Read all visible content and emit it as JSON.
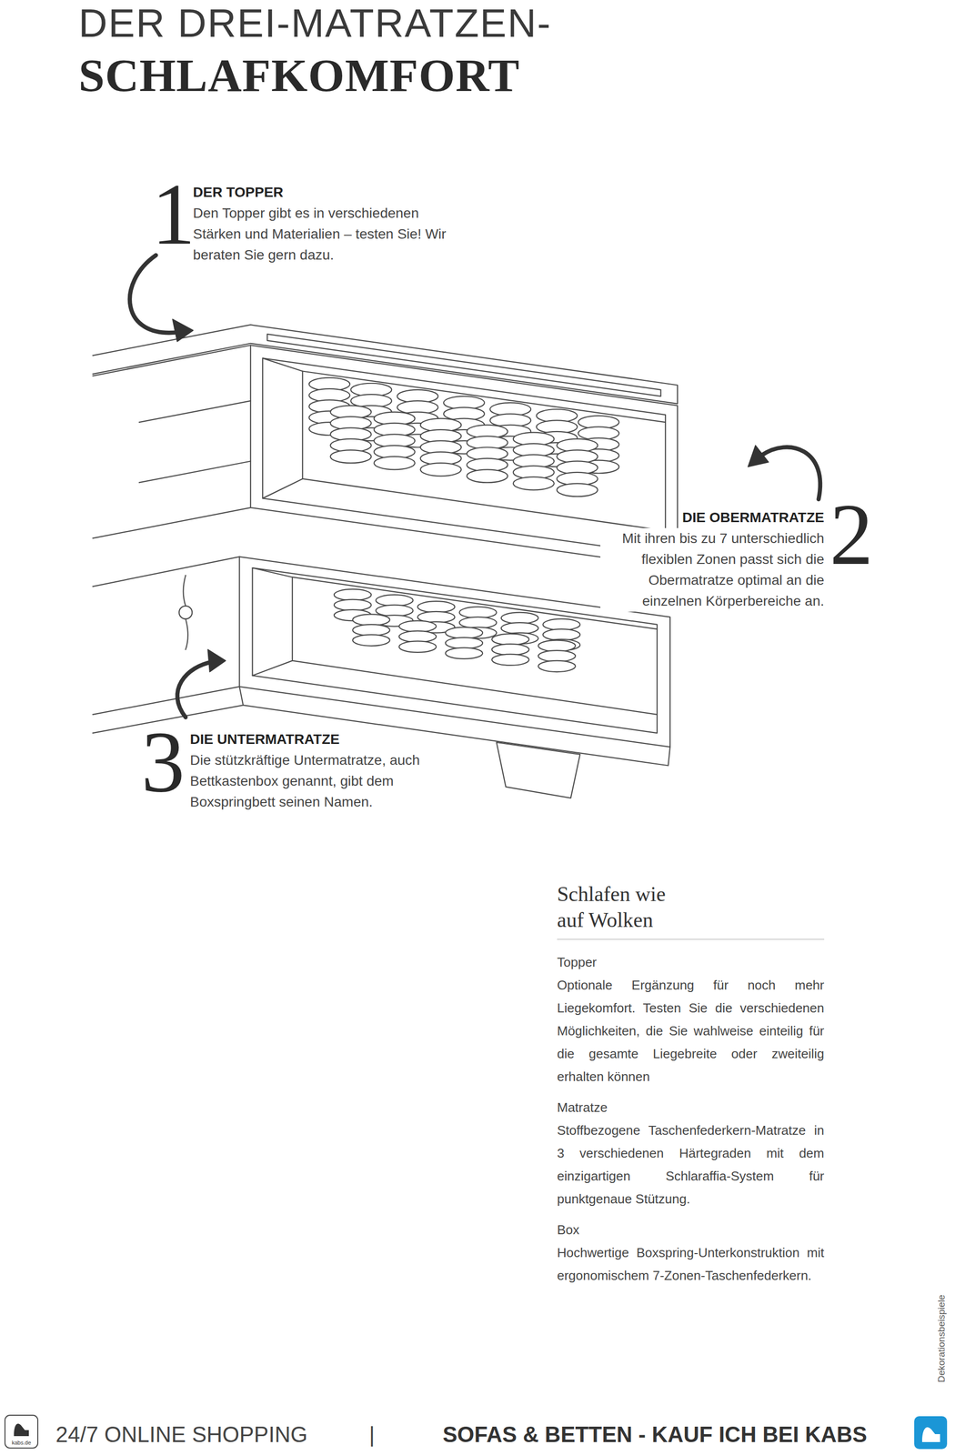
{
  "diagram": {
    "title": "DER DREI-MATRATZEN- SCHLAFKOMFORT",
    "labels": [
      "1",
      "DER TOPPER",
      "Den Topper gibt es in verschiedenen Stärken und Materialien – testen Sie! Wir beraten Sie gern dazu.",
      "2",
      "DIE OBERMATRATZE",
      "Mit ihren bis zu 7 unterschiedlich flexiblen Zonen passt sich die Obermatratze optimal an die einzelnen Körperbereiche an.",
      "3",
      "DIE UNTERMATRATZE",
      "Die stützkräftige Untermatratze, auch Bettkastenbox genannt, gibt dem Boxspringbett seinen Namen.",
      "Schlafen wie auf Wolken",
      "Topper",
      "Optionale Ergänzung für noch mehr Liegekomfort. Testen Sie die verschiedenen Möglichkeiten, die Sie wahlweise einteilig für die gesamte Liegebreite oder zweiteilig erhalten können",
      "Matratze",
      "Stoffbezogene Taschenfederkern-Matratze in 3 verschiedenen Härtegraden mit dem einzigartigen Schlaraffia-System für punktgenaue Stützung.",
      "Box",
      "Hochwertige Boxspring-Unterkonstruktion mit ergonomischem 7-Zonen-Taschenfederkern.",
      "Dekorationsbeispiele",
      "kabs.de",
      "24/7 ONLINE SHOPPING",
      "|",
      "SOFAS & BETTEN - KAUF ICH BEI KABS"
    ]
  }
}
